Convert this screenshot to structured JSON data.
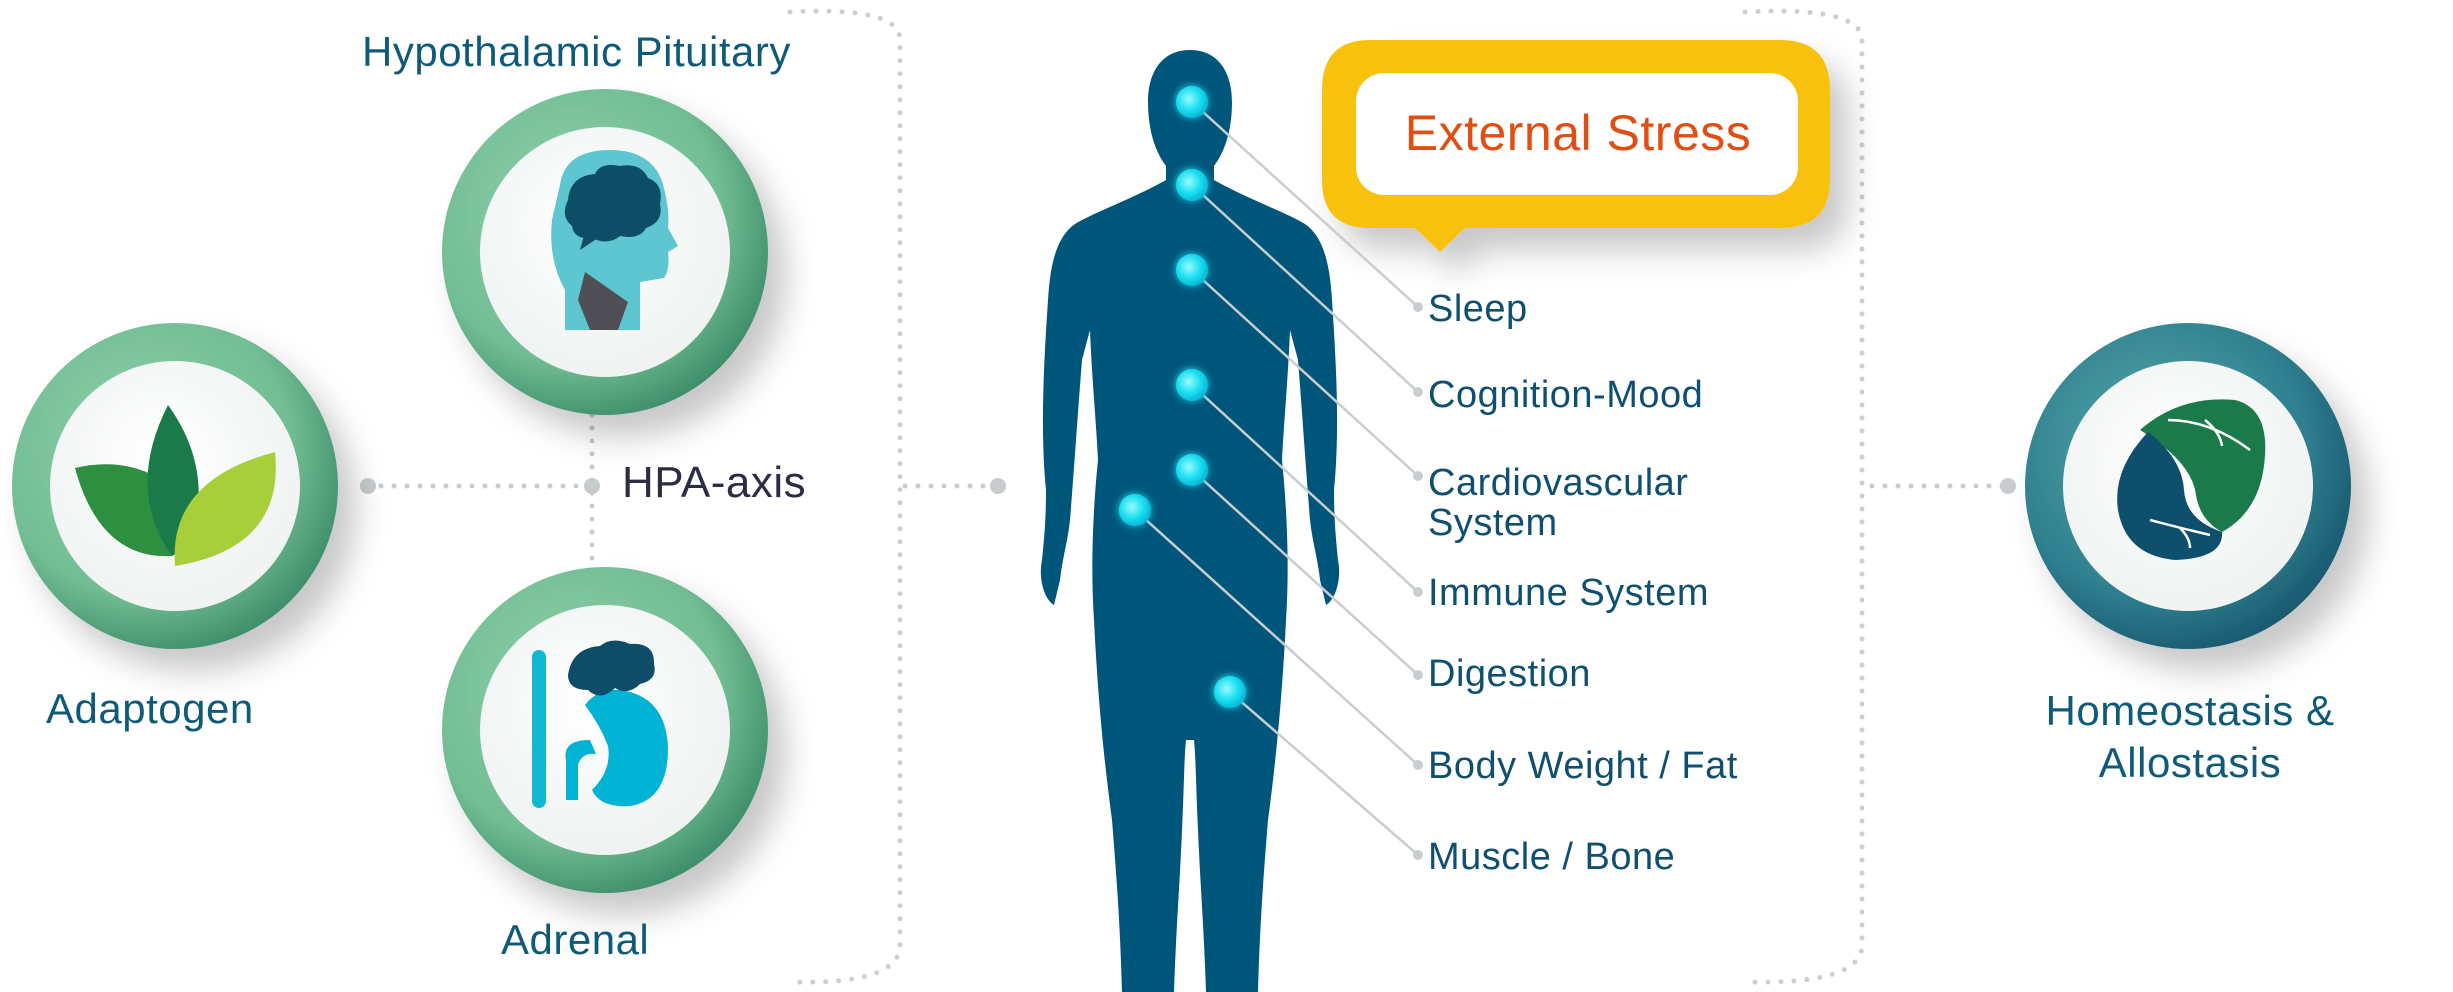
{
  "nodes": {
    "hypothalamic_pituitary": "Hypothalamic Pituitary",
    "adaptogen": "Adaptogen",
    "adrenal": "Adrenal",
    "hpa_axis": "HPA-axis",
    "homeostasis_line1": "Homeostasis &",
    "homeostasis_line2": "Allostasis"
  },
  "callout": {
    "external_stress": "External Stress"
  },
  "body_systems": [
    "Sleep",
    "Cognition-Mood",
    "Cardiovascular",
    "System",
    "Immune System",
    "Digestion",
    "Body Weight / Fat",
    "Muscle / Bone"
  ],
  "colors": {
    "figure": "#00567a",
    "hotspot": "#18e0f0",
    "green_ring": "#79c39a",
    "teal_ring": "#2f7f8e",
    "stress_border": "#f8c20e",
    "stress_text": "#e04e12",
    "label_text": "#0f5a78"
  },
  "icons": {
    "adaptogen": "three-leaves-icon",
    "hypothalamic_pituitary": "head-brain-icon",
    "adrenal": "kidney-adrenal-icon",
    "homeostasis": "yin-yang-leaf-icon",
    "figure": "human-body-icon"
  }
}
